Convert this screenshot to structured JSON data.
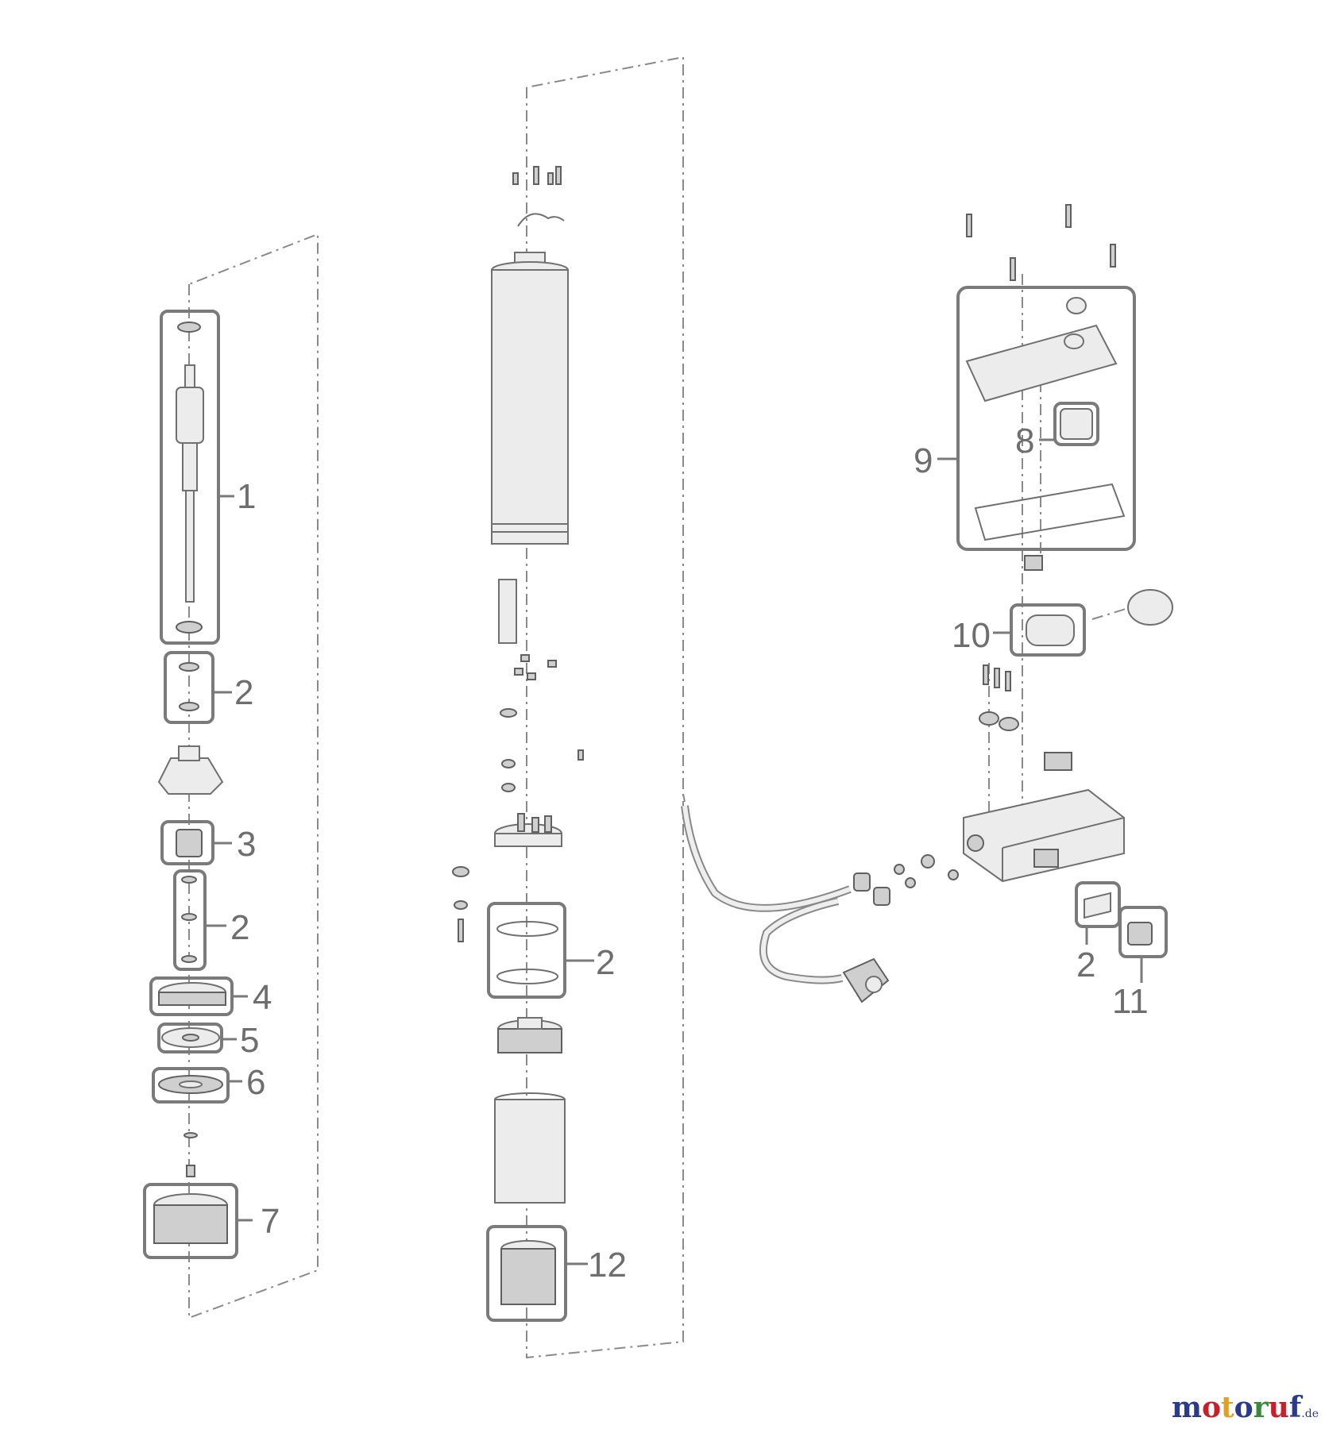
{
  "callouts": {
    "c1": "1",
    "c2a": "2",
    "c3": "3",
    "c2b": "2",
    "c4": "4",
    "c5": "5",
    "c6": "6",
    "c7": "7",
    "c2c": "2",
    "c12": "12",
    "c9": "9",
    "c8": "8",
    "c10": "10",
    "c2d": "2",
    "c11": "11"
  },
  "watermark": {
    "name": "motoruf",
    "suffix": ".de",
    "colors": [
      "#2a3a8c",
      "#c8202a",
      "#e0a020",
      "#2a3a8c",
      "#3a8a3a",
      "#c8202a",
      "#2a3a8c"
    ]
  }
}
